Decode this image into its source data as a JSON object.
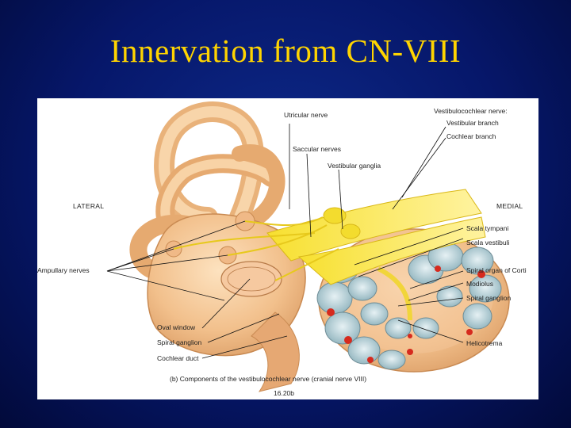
{
  "slide": {
    "title": "Innervation from CN-VIII"
  },
  "figure": {
    "labels": {
      "utricular_nerve": "Utricular nerve",
      "vestibulocochlear_nerve": "Vestibulocochlear nerve:",
      "vestibular_branch": "Vestibular branch",
      "cochlear_branch": "Cochlear branch",
      "saccular_nerves": "Saccular nerves",
      "vestibular_ganglia": "Vestibular ganglia",
      "lateral": "LATERAL",
      "medial": "MEDIAL",
      "scala_tympani": "Scala tympani",
      "scala_vestibuli": "Scala vestibuli",
      "ampullary_nerves": "Ampullary nerves",
      "spiral_organ": "Spiral organ of Corti",
      "modiolus": "Modiolus",
      "spiral_ganglion_right": "Spiral ganglion",
      "oval_window": "Oval window",
      "spiral_ganglion_left": "Spiral ganglion",
      "cochlear_duct": "Cochlear duct",
      "helicotrema": "Helicotrema"
    },
    "caption": "(b) Components of the vestibulocochlear nerve (cranial nerve VIII)",
    "figure_number": "16.20b"
  }
}
